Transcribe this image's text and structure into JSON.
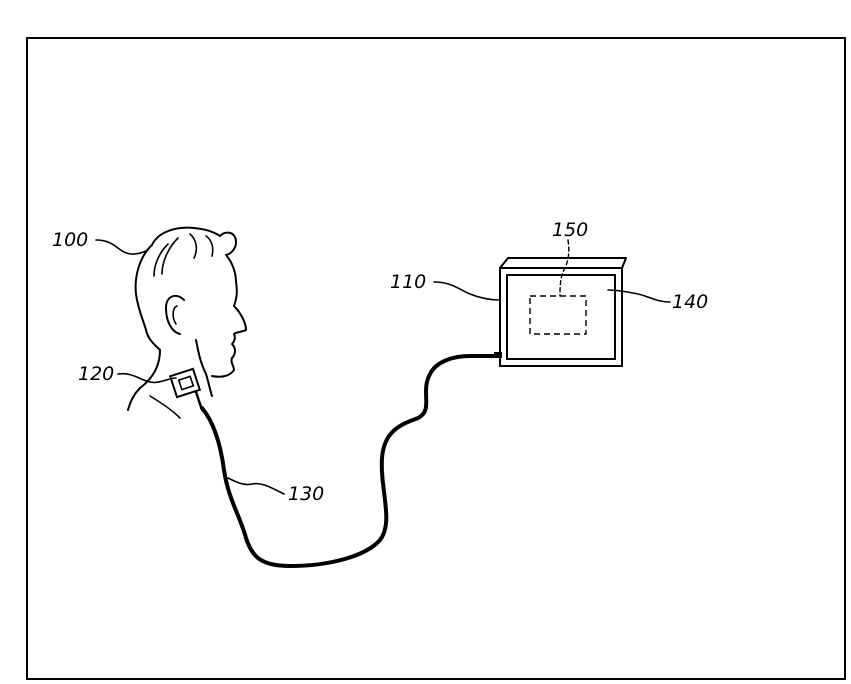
{
  "figure": {
    "labels": {
      "person": "100",
      "display_device": "110",
      "sensor": "120",
      "cable": "130",
      "screen": "140",
      "display_region": "150"
    }
  }
}
